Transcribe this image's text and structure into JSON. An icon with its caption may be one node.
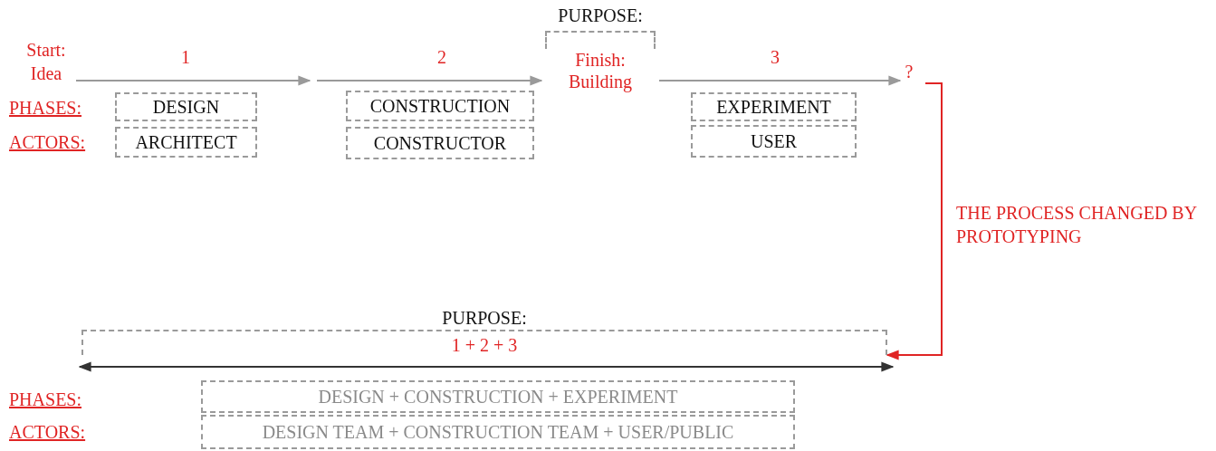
{
  "diagram": {
    "nodes": [
      {
        "text": [
          "Start: Idea"
        ]
      },
      {
        "text": [
          "PURPOSE:",
          "Finish: Building"
        ]
      },
      {
        "text": [
          "?"
        ]
      },
      {
        "text": [
          "DESIGN"
        ]
      },
      {
        "text": [
          "ARCHITECT"
        ]
      },
      {
        "text": [
          "CONSTRUCTION"
        ]
      },
      {
        "text": [
          "CONSTRUCTOR"
        ]
      },
      {
        "text": [
          "EXPERIMENT"
        ]
      },
      {
        "text": [
          "USER"
        ]
      },
      {
        "text": [
          "PURPOSE:",
          "1 + 2 + 3"
        ]
      },
      {
        "text": [
          "DESIGN + CONSTRUCTION + EXPERIMENT"
        ]
      },
      {
        "text": [
          "DESIGN TEAM + CONSTRUCTION TEAM + USER/PUBLIC"
        ]
      }
    ],
    "edges": [
      {
        "from": 0,
        "to": null,
        "arrow": "to",
        "label": "1"
      },
      {
        "from": null,
        "to": 1,
        "arrow": "to",
        "label": "2"
      },
      {
        "from": 1,
        "to": 2,
        "arrow": "to",
        "label": "3"
      },
      {
        "from": 2,
        "to": 9,
        "arrow": "to",
        "label": "THE PROCESS CHANGED BY PROTOTYPING",
        "color": "#e02424"
      }
    ],
    "labels": [
      "PHASES:",
      "ACTORS:",
      "PHASES:",
      "ACTORS:"
    ]
  }
}
